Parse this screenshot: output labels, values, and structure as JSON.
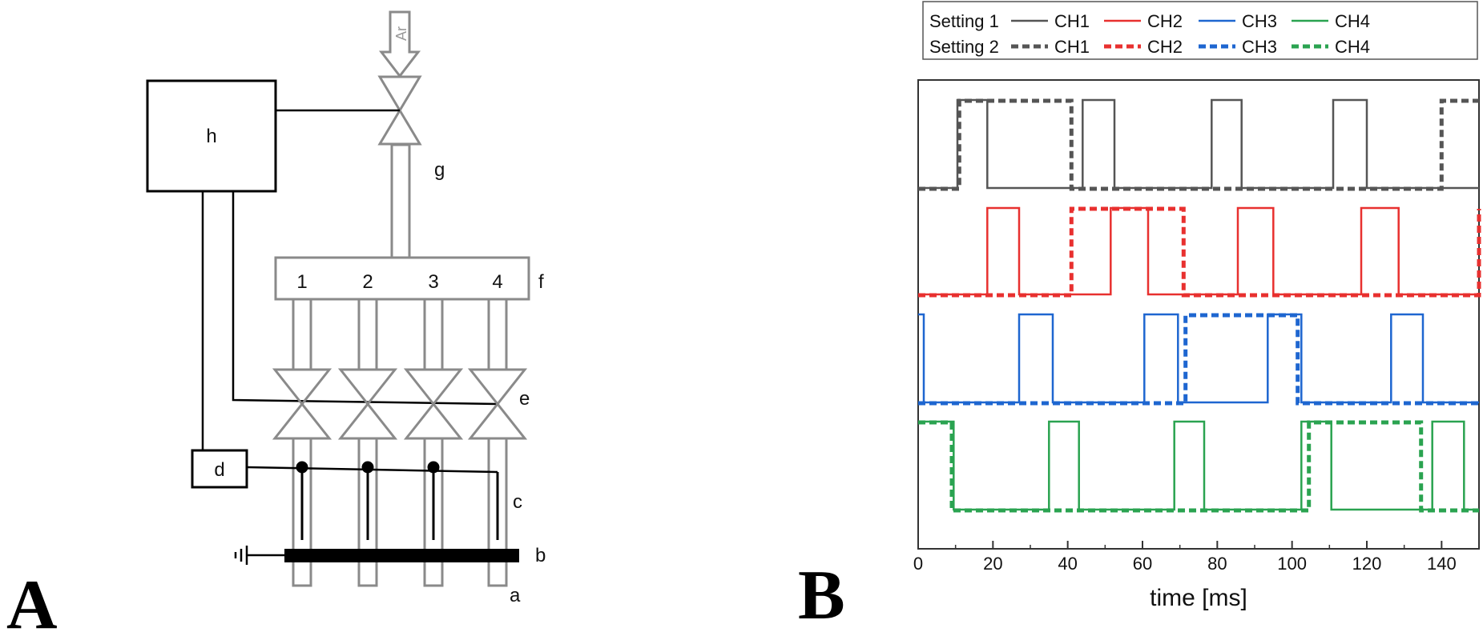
{
  "panel_a": {
    "panel_letter": "A",
    "gas_label": "Ar",
    "labels": {
      "a": "a",
      "b": "b",
      "c": "c",
      "d": "d",
      "e": "e",
      "f": "f",
      "g": "g",
      "h": "h"
    },
    "channel_numbers": [
      "1",
      "2",
      "3",
      "4"
    ],
    "colors": {
      "pipe": "#8a8a8a",
      "line": "#000000"
    }
  },
  "panel_b": {
    "panel_letter": "B"
  },
  "chart_data": {
    "type": "line",
    "xlabel": "time [ms]",
    "xlim": [
      0,
      150
    ],
    "xticks": [
      0,
      20,
      40,
      60,
      80,
      100,
      120,
      140
    ],
    "yticks_shown": false,
    "grid": false,
    "legend": {
      "placement": "top",
      "rows": [
        {
          "setting": "Setting 1",
          "style": "solid",
          "entries": [
            "CH1",
            "CH2",
            "CH3",
            "CH4"
          ]
        },
        {
          "setting": "Setting 2",
          "style": "dashed",
          "entries": [
            "CH1",
            "CH2",
            "CH3",
            "CH4"
          ]
        }
      ]
    },
    "channels": [
      {
        "name": "CH1",
        "color": "#555555",
        "setting1_pulses": [
          [
            10.5,
            18.5
          ],
          [
            44,
            52.5
          ],
          [
            78.5,
            86.5
          ],
          [
            111,
            120
          ]
        ],
        "setting2_pulses": [
          [
            11,
            41
          ],
          [
            140,
            150
          ]
        ]
      },
      {
        "name": "CH2",
        "color": "#e8302f",
        "setting1_pulses": [
          [
            18.5,
            27
          ],
          [
            51.5,
            61.5
          ],
          [
            85.5,
            95
          ],
          [
            118.5,
            128.5
          ]
        ],
        "setting2_pulses": [
          [
            41,
            71
          ],
          [
            150,
            150
          ]
        ]
      },
      {
        "name": "CH3",
        "color": "#1e66d0",
        "setting1_pulses": [
          [
            0,
            1.5
          ],
          [
            27,
            36
          ],
          [
            60.5,
            69.5
          ],
          [
            93.5,
            102.5
          ],
          [
            126.5,
            135
          ]
        ],
        "setting2_pulses": [
          [
            71.5,
            101.5
          ]
        ]
      },
      {
        "name": "CH4",
        "color": "#2aa350",
        "setting1_pulses": [
          [
            0,
            9.5
          ],
          [
            35,
            43
          ],
          [
            68.5,
            76.5
          ],
          [
            102.5,
            110.5
          ],
          [
            137.5,
            146
          ]
        ],
        "setting2_pulses": [
          [
            0,
            9
          ],
          [
            104.5,
            134.5
          ]
        ]
      }
    ]
  }
}
